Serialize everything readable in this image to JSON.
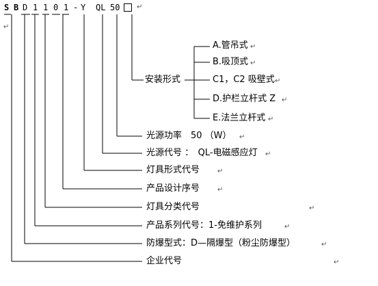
{
  "model_code": {
    "s": "S",
    "b": "B",
    "d": "D",
    "one_a": "1",
    "one_b": "1",
    "zero": "0",
    "one_c": "1",
    "dash": "-",
    "y": "Y",
    "ql": "QL",
    "fifty": "50"
  },
  "mounting": {
    "label": "安装形式",
    "options": [
      "A.管吊式",
      "B.吸顶式",
      "C1，C2 吸壁式",
      "D.护栏立杆式 Z",
      "E.法兰立杆式"
    ]
  },
  "fields": {
    "power": "光源功率　50 （W）",
    "source": "光源代号 ：　QL-电磁感应灯",
    "fixture_form": "灯具形式代号",
    "design_seq": "产品设计序号",
    "category": "灯具分类代号",
    "series": "产品系列代号：1-免维护系列",
    "explosion": "防爆型式：D—隔爆型（粉尘防爆型）",
    "company": "企业代号"
  },
  "return_mark": "↵",
  "colors": {
    "line": "#000000",
    "mark": "#555555"
  }
}
